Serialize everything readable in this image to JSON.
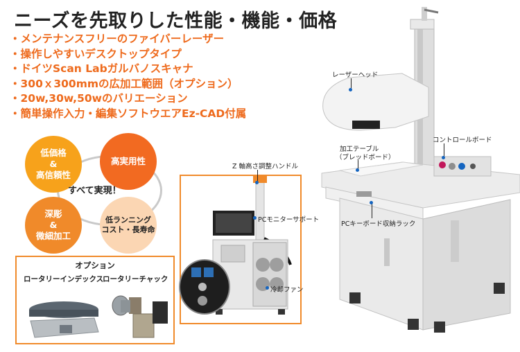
{
  "title": "ニーズを先取りした性能・機能・価格",
  "features": [
    "・メンテナンスフリーのファイバーレーザー",
    "・操作しやすいデスクトップタイプ",
    "・ドイツScan Labガルバノスキャナ",
    "・300ｘ300mmの広加工範囲（オプション）",
    "・20w,30w,50wのバリエーション",
    "・簡単操作入力・編集ソフトウエアEz-CAD付属"
  ],
  "circles": {
    "c1_line1": "低価格",
    "c1_line2": "&",
    "c1_line3": "高信頼性",
    "c2": "高実用性",
    "c3_line1": "深彫",
    "c3_line2": "&",
    "c3_line3": "微細加工",
    "c4_line1": "低ランニング",
    "c4_line2": "コスト・長寿命",
    "center": "すべて実現！"
  },
  "options": {
    "title": "オプション",
    "rotary_index": "ロータリーインデックス",
    "rotary_chuck": "ロータリーチャック"
  },
  "labels": {
    "laser_head": "レーザーヘッド",
    "table_line1": "加工テーブル",
    "table_line2": "（ブレッドボード）",
    "control_board": "コントロールボード",
    "keyboard_rack": "PCキーボード収納ラック",
    "z_handle": "Z 軸高さ調整ハンドル",
    "monitor_support": "PCモニターサポート",
    "cooling_fan": "冷却ファン"
  },
  "colors": {
    "accent": "#ee6a1c",
    "dot": "#1565c0"
  }
}
